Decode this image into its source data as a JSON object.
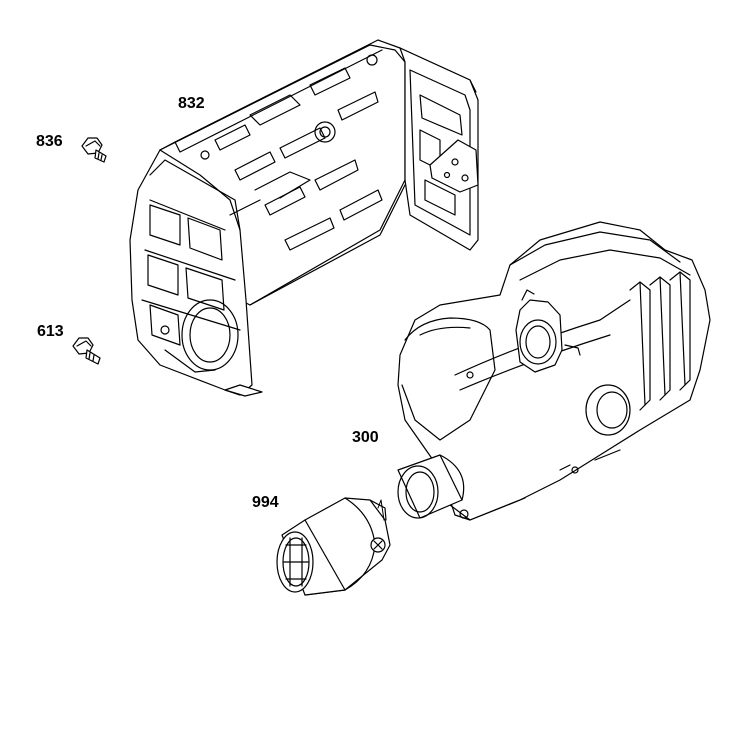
{
  "callouts": {
    "heat_shield": "832",
    "screw_upper": "836",
    "screw_lower": "613",
    "muffler": "300",
    "spark_arrestor": "994"
  },
  "colors": {
    "line": "#000000",
    "fill": "#ffffff"
  }
}
